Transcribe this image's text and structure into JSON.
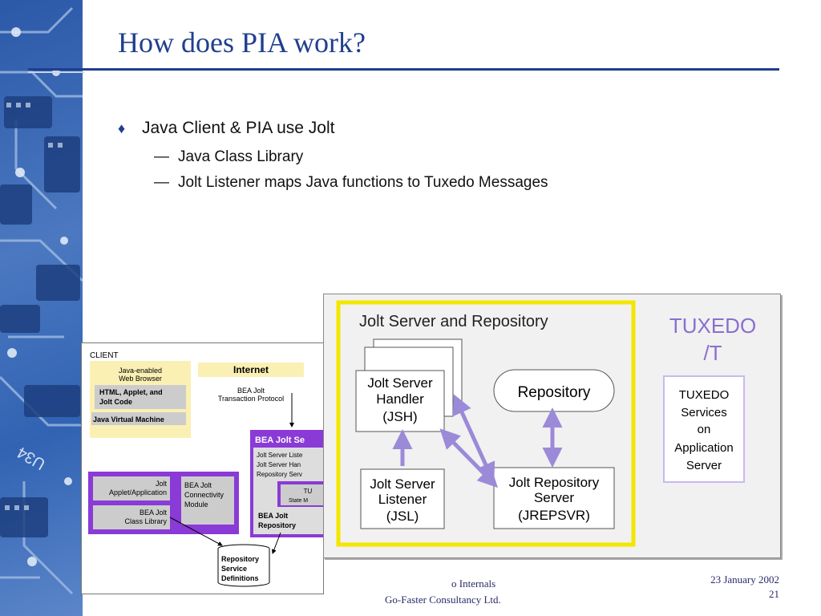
{
  "slide": {
    "title": "How does PIA work?",
    "bullets": {
      "main": "Java Client & PIA use Jolt",
      "sub1": "Java Class Library",
      "sub2": "Jolt Listener maps Java functions to Tuxedo Messages"
    }
  },
  "client_diagram": {
    "client_label": "CLIENT",
    "browser_l1": "Java-enabled",
    "browser_l2": "Web Browser",
    "html_l1": "HTML, Applet, and",
    "html_l2": "Jolt Code",
    "jvm": "Java Virtual Machine",
    "internet": "Internet",
    "protocol_l1": "BEA Jolt",
    "protocol_l2": "Transaction Protocol",
    "applet_l1": "Jolt",
    "applet_l2": "Applet/Application",
    "classlib_l1": "BEA Jolt",
    "classlib_l2": "Class Library",
    "conn_l1": "BEA Jolt",
    "conn_l2": "Connectivity",
    "conn_l3": "Module",
    "server_header": "BEA Jolt Se",
    "server_l1": "Jolt Server Liste",
    "server_l2": "Jolt Server Han",
    "server_l3": "Repository Serv",
    "state_l1": "TU",
    "state_l2": "State M",
    "repo_l1": "BEA Jolt",
    "repo_l2": "Repository",
    "rsd_l1": "Repository",
    "rsd_l2": "Service",
    "rsd_l3": "Definitions"
  },
  "tuxedo_diagram": {
    "title": "Jolt Server and Repository",
    "tuxedo_l1": "TUXEDO",
    "tuxedo_l2": "/T",
    "jsh_l1": "Jolt Server",
    "jsh_l2": "Handler",
    "jsh_l3": "(JSH)",
    "repository": "Repository",
    "jsl_l1": "Jolt Server",
    "jsl_l2": "Listener",
    "jsl_l3": "(JSL)",
    "jrep_l1": "Jolt Repository",
    "jrep_l2": "Server",
    "jrep_l3": "(JREPSVR)",
    "svc_l1": "TUXEDO",
    "svc_l2": "Services",
    "svc_l3": "on",
    "svc_l4": "Application",
    "svc_l5": "Server"
  },
  "footer": {
    "center_l1": "o Internals",
    "center_l2": "Go-Faster Consultancy Ltd.",
    "date": "23 January 2002",
    "page": "21"
  }
}
